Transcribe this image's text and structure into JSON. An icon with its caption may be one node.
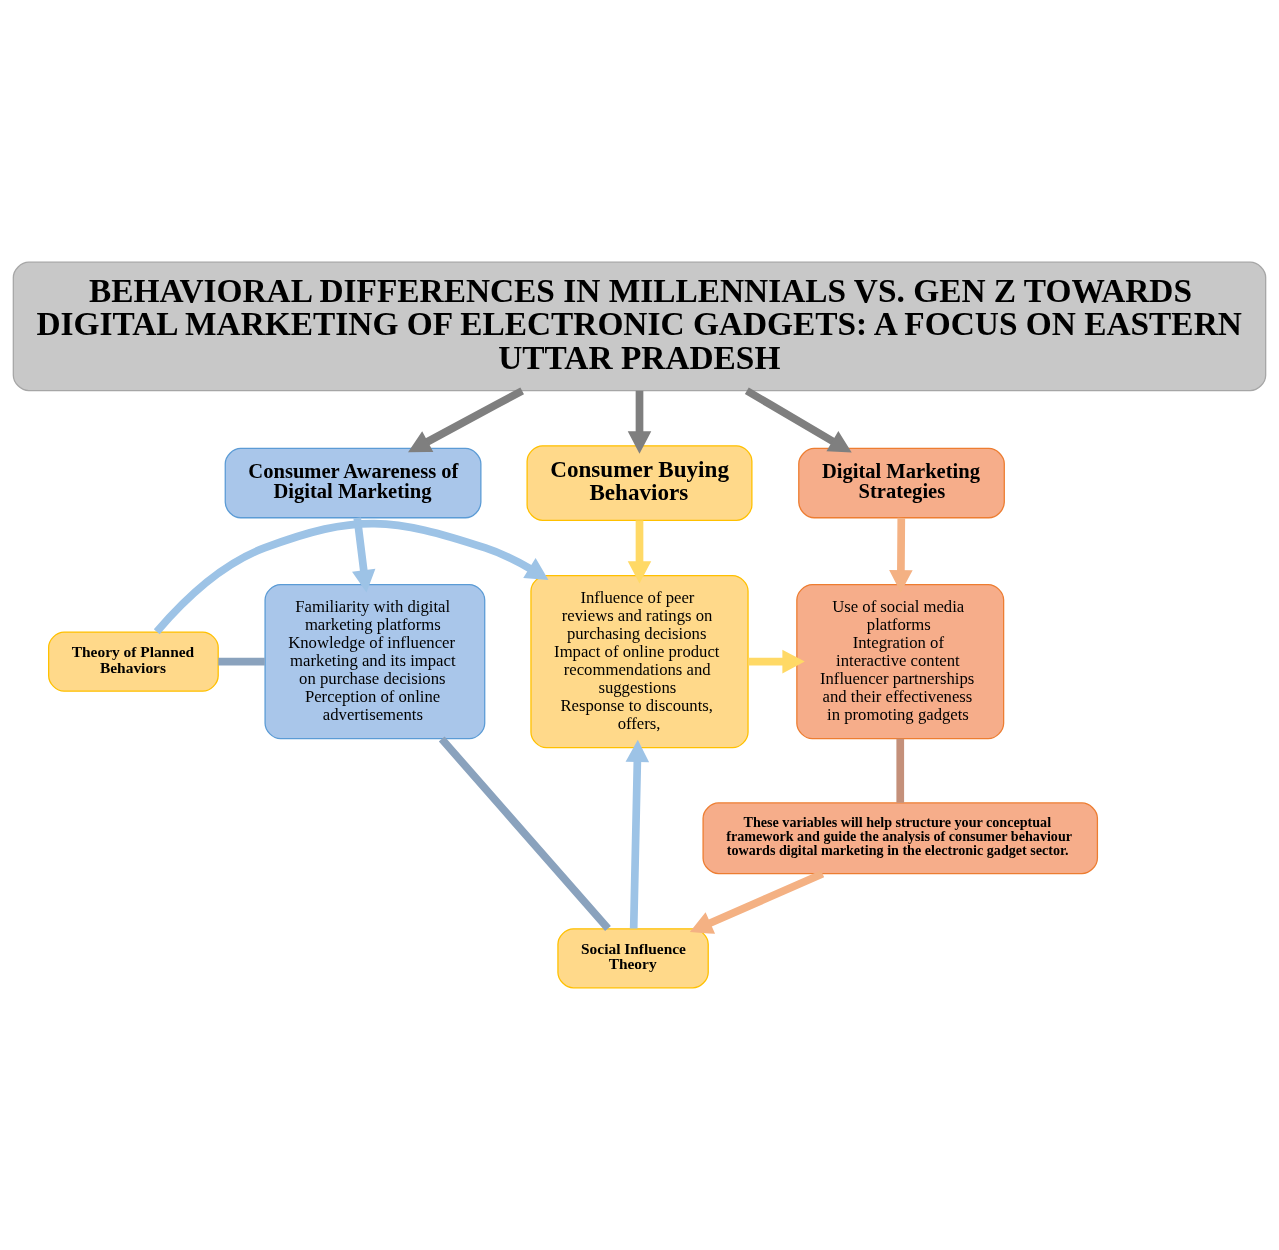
{
  "diagram": {
    "nodes": [
      {
        "text": [
          "BEHAVIORAL DIFFERENCES IN MILLENNIALS VS. GEN Z TOWARDS DIGITAL MARKETING OF ELECTRONIC GADGETS: A FOCUS ON EASTERN UTTAR PRADESH"
        ]
      },
      {
        "text": [
          "Consumer Awareness of Digital Marketing"
        ]
      },
      {
        "text": [
          "Consumer Buying Behaviors"
        ]
      },
      {
        "text": [
          "Digital Marketing Strategies"
        ]
      },
      {
        "text": [
          "Familiarity with digital marketing platforms",
          "Knowledge of influencer marketing and its impact on purchase decisions",
          "Perception of online advertisements"
        ]
      },
      {
        "text": [
          "Theory of Planned Behaviors"
        ]
      },
      {
        "text": [
          "Influence of peer reviews and ratings on purchasing decisions",
          "Impact of online product recommendations and suggestions",
          "Response to discounts, offers,"
        ]
      },
      {
        "text": [
          "Social Influence Theory"
        ]
      },
      {
        "text": [
          "Use of social media platforms",
          "Integration of interactive content",
          "Influencer partnerships and their effectiveness in promoting gadgets"
        ]
      },
      {
        "text": [
          "These variables will help structure your conceptual framework and guide the analysis of consumer behaviour towards digital marketing in the electronic gadget sector."
        ]
      }
    ],
    "edges": [
      {
        "from": 0,
        "to": 1,
        "arrow": "to",
        "color": "#7f7f7f"
      },
      {
        "from": 0,
        "to": 2,
        "arrow": "to",
        "color": "#7f7f7f"
      },
      {
        "from": 0,
        "to": 3,
        "arrow": "to",
        "color": "#7f7f7f"
      },
      {
        "from": 1,
        "to": 4,
        "arrow": "to",
        "color": "#9dc3e6"
      },
      {
        "from": 2,
        "to": 6,
        "arrow": "to",
        "color": "#ffd966"
      },
      {
        "from": 3,
        "to": 8,
        "arrow": "to",
        "color": "#f4b183"
      },
      {
        "from": 5,
        "to": 6,
        "arrow": "to",
        "color": "#9dc3e6"
      },
      {
        "from": 7,
        "to": 6,
        "arrow": "to",
        "color": "#9dc3e6"
      },
      {
        "from": 5,
        "to": 4,
        "arrow": "none",
        "color": "#8aa2bd"
      },
      {
        "from": 4,
        "to": 7,
        "arrow": "none",
        "color": "#8aa2bd"
      },
      {
        "from": 6,
        "to": 8,
        "arrow": "to",
        "color": "#ffd966"
      },
      {
        "from": 8,
        "to": 9,
        "arrow": "none",
        "color": "#c4907a"
      },
      {
        "from": 9,
        "to": 7,
        "arrow": "to",
        "color": "#f4b183"
      }
    ]
  }
}
